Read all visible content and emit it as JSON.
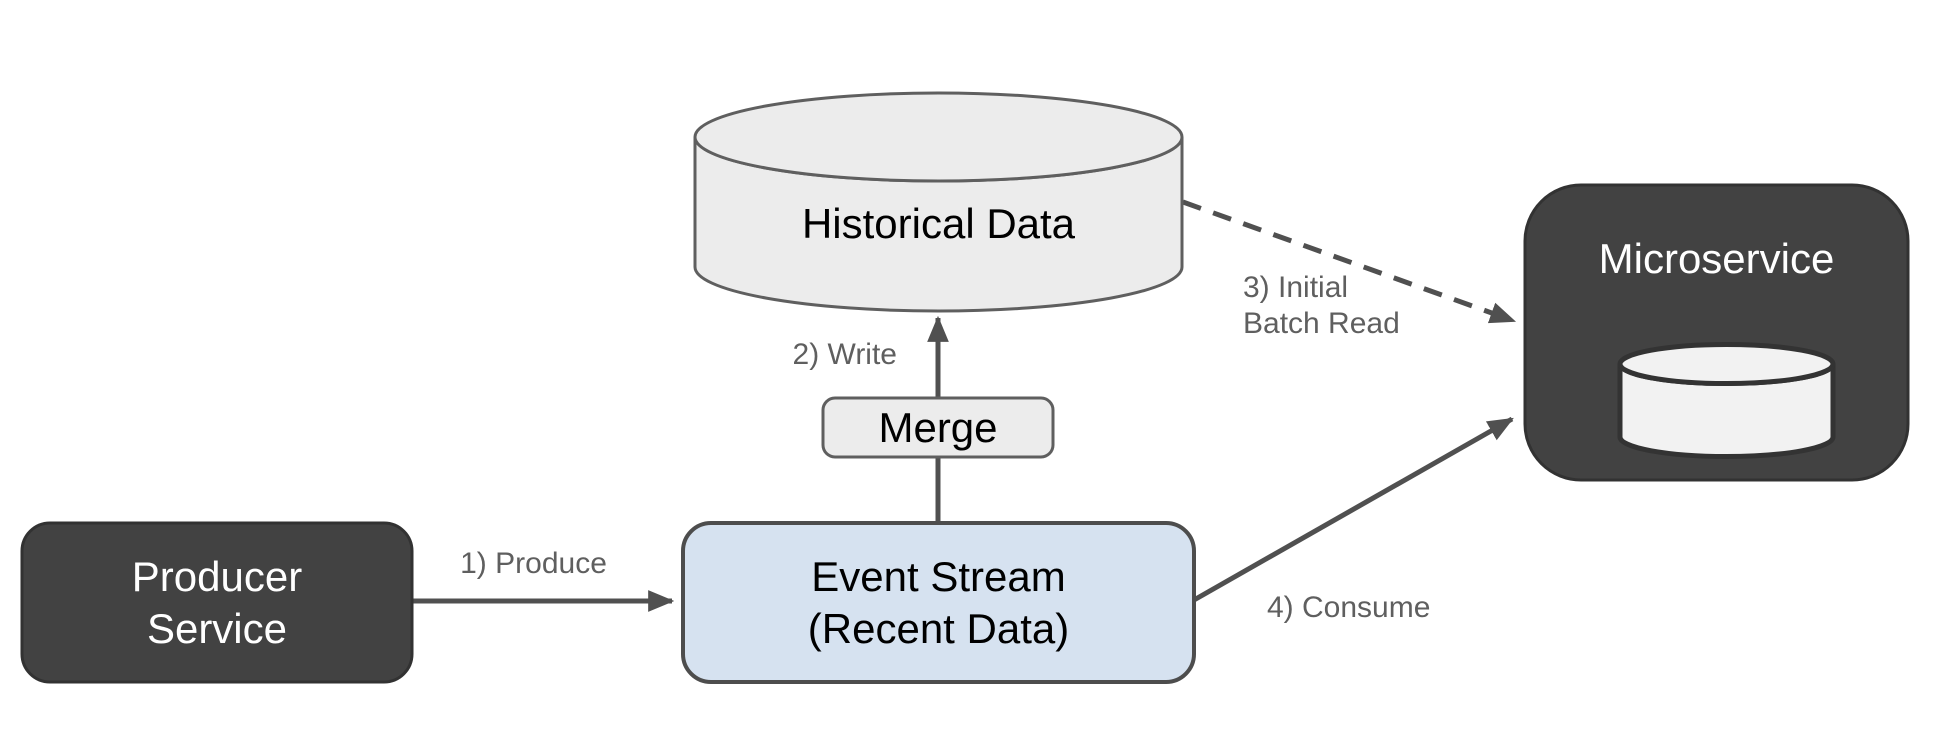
{
  "diagram": {
    "nodes": {
      "producer_service": {
        "line1": "Producer",
        "line2": "Service",
        "shape": "rounded-rectangle",
        "fill": "#424242",
        "text_color": "#ffffff"
      },
      "event_stream": {
        "line1": "Event Stream",
        "line2": "(Recent Data)",
        "shape": "rounded-rectangle",
        "fill": "#d6e2f0",
        "stroke": "#4d4d4d",
        "text_color": "#000000"
      },
      "merge": {
        "label": "Merge",
        "shape": "rounded-rectangle",
        "fill": "#ececec",
        "stroke": "#5f5f5f",
        "text_color": "#000000"
      },
      "historical_data": {
        "label": "Historical Data",
        "shape": "database-cylinder",
        "fill": "#ececec",
        "stroke": "#5f5f5f",
        "text_color": "#000000"
      },
      "microservice": {
        "label": "Microservice",
        "shape": "rounded-rectangle",
        "fill": "#424242",
        "text_color": "#ffffff",
        "contains": "small database cylinder (no text)"
      }
    },
    "edges": {
      "produce": {
        "label": "1) Produce",
        "from": "producer_service",
        "to": "event_stream",
        "style": "solid-arrow"
      },
      "write": {
        "label": "2) Write",
        "from": "event_stream",
        "via": "merge",
        "to": "historical_data",
        "style": "solid-arrow"
      },
      "initial_batch_read": {
        "line1": "3) Initial",
        "line2": "Batch Read",
        "from": "historical_data",
        "to": "microservice",
        "style": "dashed-arrow"
      },
      "consume": {
        "label": "4) Consume",
        "from": "event_stream",
        "to": "microservice",
        "style": "solid-arrow"
      }
    },
    "colors": {
      "background": "#ffffff",
      "dark_node_fill": "#424242",
      "dark_node_stroke": "#323232",
      "light_blue_fill": "#d6e2f0",
      "light_gray_fill": "#ececec",
      "inner_cylinder_fill": "#f2f2f2",
      "inner_cylinder_stroke": "#333333",
      "arrow_color": "#505050",
      "edge_label_color": "#5f5f5f"
    }
  }
}
